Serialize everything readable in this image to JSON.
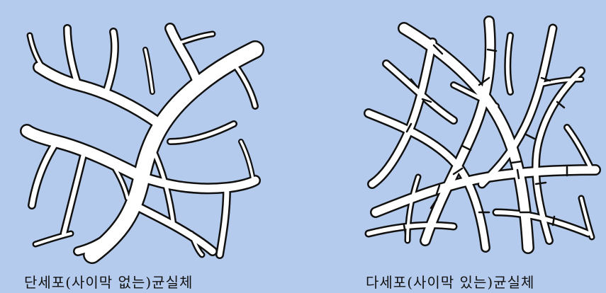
{
  "diagram": {
    "background_color": "#b5cbed",
    "hypha_fill": "#ffffff",
    "hypha_outline": "#111111",
    "panels": [
      {
        "id": "nonseptate",
        "caption": "단세포(사이막 없는)균실체"
      },
      {
        "id": "septate",
        "caption": "다세포(사이막 있는)균실체"
      }
    ]
  }
}
